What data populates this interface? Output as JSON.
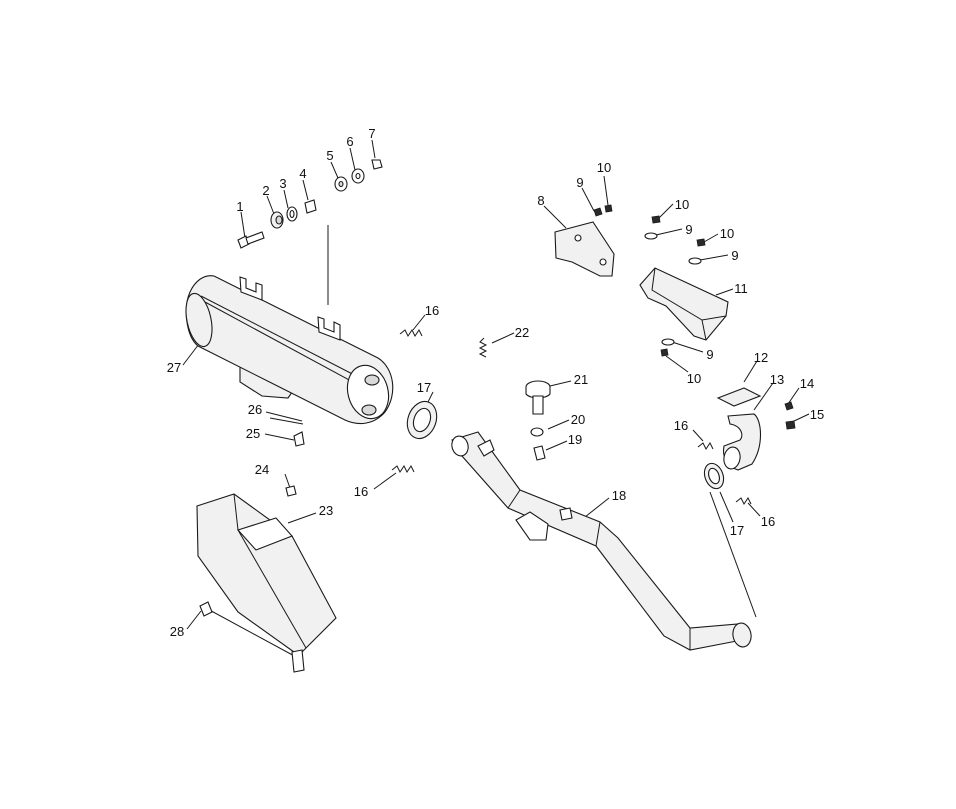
{
  "diagram": {
    "callouts": [
      {
        "id": "c1",
        "label": "1"
      },
      {
        "id": "c2",
        "label": "2"
      },
      {
        "id": "c3",
        "label": "3"
      },
      {
        "id": "c4",
        "label": "4"
      },
      {
        "id": "c5",
        "label": "5"
      },
      {
        "id": "c6",
        "label": "6"
      },
      {
        "id": "c7",
        "label": "7"
      },
      {
        "id": "c8",
        "label": "8"
      },
      {
        "id": "c9a",
        "label": "9"
      },
      {
        "id": "c10a",
        "label": "10"
      },
      {
        "id": "c10b",
        "label": "10"
      },
      {
        "id": "c9b",
        "label": "9"
      },
      {
        "id": "c10c",
        "label": "10"
      },
      {
        "id": "c9c",
        "label": "9"
      },
      {
        "id": "c11",
        "label": "11"
      },
      {
        "id": "c9d",
        "label": "9"
      },
      {
        "id": "c10d",
        "label": "10"
      },
      {
        "id": "c12",
        "label": "12"
      },
      {
        "id": "c13",
        "label": "13"
      },
      {
        "id": "c14",
        "label": "14"
      },
      {
        "id": "c15",
        "label": "15"
      },
      {
        "id": "c16a",
        "label": "16"
      },
      {
        "id": "c16b",
        "label": "16"
      },
      {
        "id": "c16c",
        "label": "16"
      },
      {
        "id": "c16d",
        "label": "16"
      },
      {
        "id": "c17a",
        "label": "17"
      },
      {
        "id": "c17b",
        "label": "17"
      },
      {
        "id": "c18",
        "label": "18"
      },
      {
        "id": "c19",
        "label": "19"
      },
      {
        "id": "c20",
        "label": "20"
      },
      {
        "id": "c21",
        "label": "21"
      },
      {
        "id": "c22",
        "label": "22"
      },
      {
        "id": "c23",
        "label": "23"
      },
      {
        "id": "c24",
        "label": "24"
      },
      {
        "id": "c25",
        "label": "25"
      },
      {
        "id": "c26",
        "label": "26"
      },
      {
        "id": "c27",
        "label": "27"
      },
      {
        "id": "c28",
        "label": "28"
      }
    ]
  },
  "colors": {
    "line": "#1a1a1a",
    "part_fill": "#f1f1f1",
    "background": "#ffffff"
  }
}
